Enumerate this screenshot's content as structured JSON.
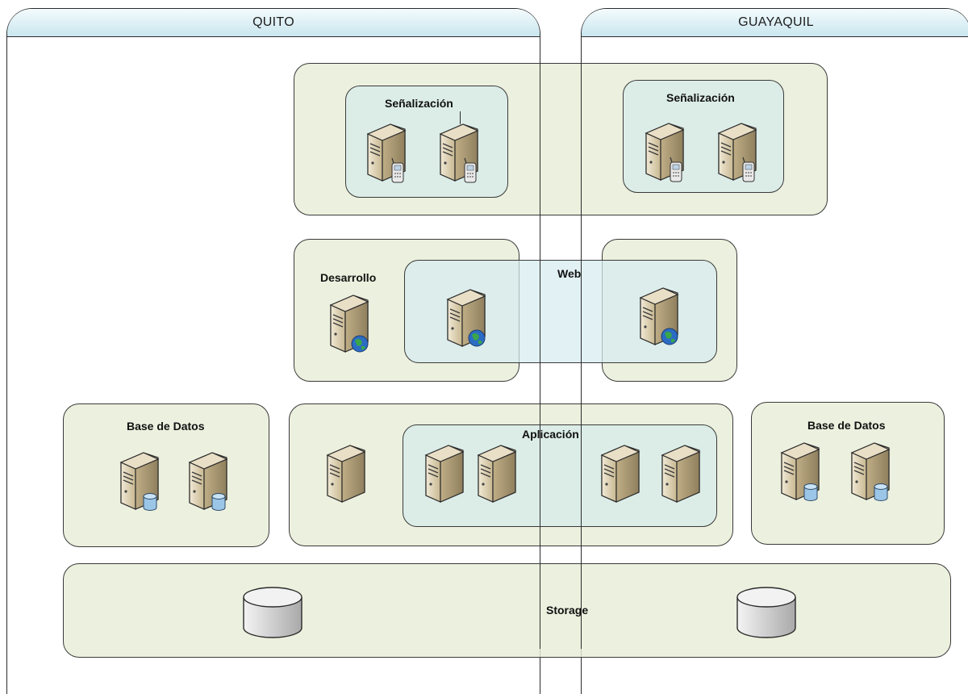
{
  "sites": {
    "quito": "QUITO",
    "guayaquil": "GUAYAQUIL"
  },
  "zones": {
    "senalizacion_quito": "Señalización",
    "senalizacion_gye": "Señalización",
    "desarrollo": "Desarrollo",
    "web": "Web",
    "base_datos_quito": "Base de Datos",
    "aplicacion": "Aplicación",
    "base_datos_gye": "Base de Datos",
    "storage": "Storage"
  },
  "icons": {
    "signaling_server": "server-phone-icon",
    "web_server": "server-globe-icon",
    "db_server": "server-database-icon",
    "app_server": "server-icon",
    "storage": "storage-disk-icon"
  },
  "colors": {
    "site_header": "#c9e6ef",
    "zone_fill": "#e8edd7",
    "subzone_fill": "#d6ecec",
    "server_body": "#d9cdb0",
    "globe": "#2b6cc4",
    "db_cylinder": "#9cc6e8"
  }
}
